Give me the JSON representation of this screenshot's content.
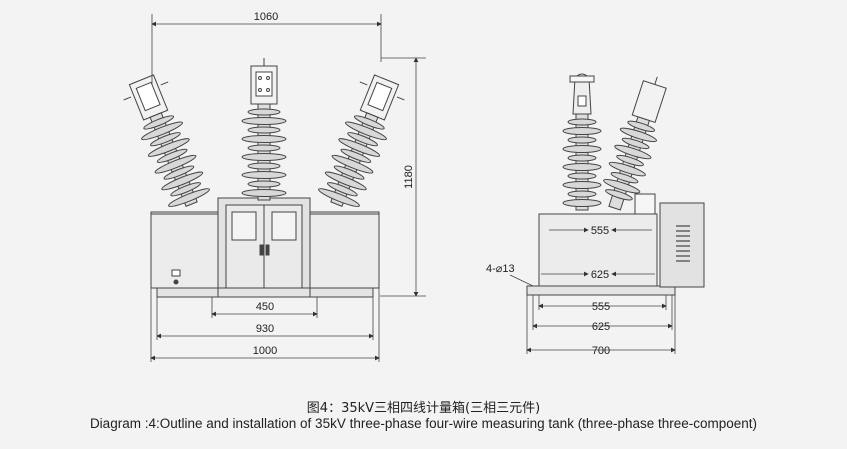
{
  "front_view": {
    "dims": {
      "top_width": "1060",
      "height": "1180",
      "d450": "450",
      "d930": "930",
      "d1000": "1000"
    }
  },
  "side_view": {
    "dims": {
      "s555_top": "555",
      "s625_top": "625",
      "hole_note": "4-⌀13",
      "s555": "555",
      "s625": "625",
      "s700": "700"
    }
  },
  "caption": {
    "chinese": "图4：35kV三相四线计量箱(三相三元件)",
    "english": "Diagram :4:Outline and installation of 35kV three-phase four-wire measuring tank (three-phase three-compoent)"
  }
}
